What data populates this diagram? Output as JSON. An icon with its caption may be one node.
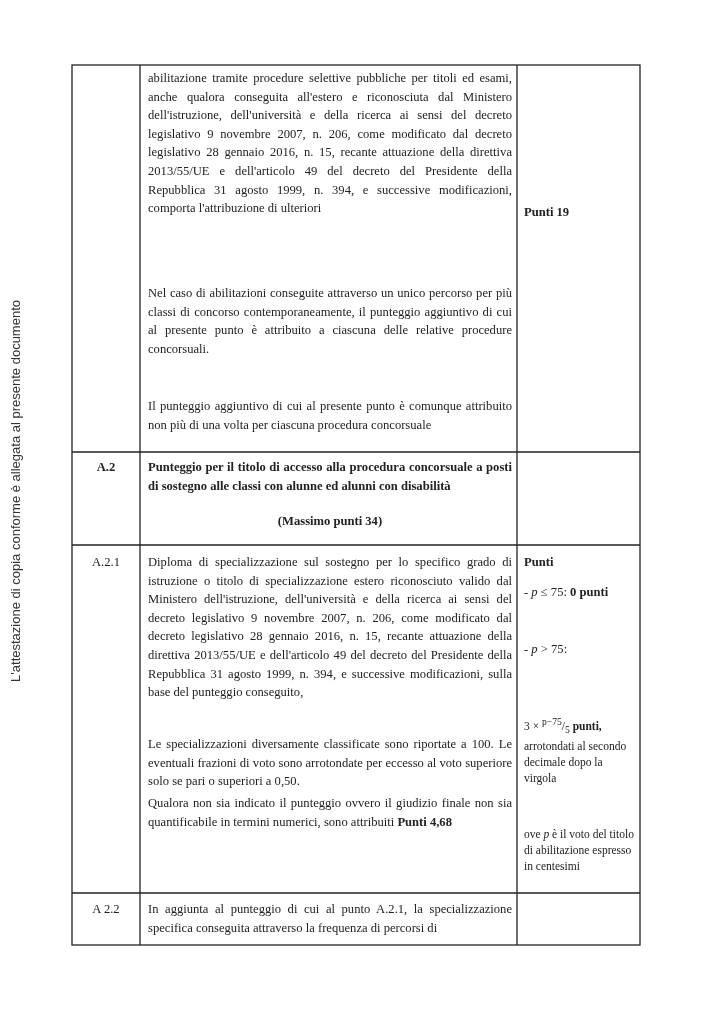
{
  "diagram": {
    "labels": [
      "L'attestazione di copia conforme è allegata al presente documento",
      "abilitazione tramite procedure selettive pubbliche per titoli ed esami, anche qualora conseguita all'estero e riconosciuta dal Ministero dell'istruzione, dell'università e della ricerca ai sensi del decreto legislativo 9 novembre 2007, n. 206, come modificato dal decreto legislativo 28 gennaio 2016, n. 15, recante attuazione della direttiva 2013/55/UE e dell'articolo 49 del decreto del Presidente della Repubblica 31 agosto 1999, n. 394, e successive modificazioni, comporta l'attribuzione di ulteriori",
      "Nel caso di abilitazioni conseguite attraverso un unico percorso per più classi di concorso contemporaneamente, il punteggio aggiuntivo di cui al presente punto è attribuito a ciascuna delle relative procedure concorsuali.",
      "Il punteggio aggiuntivo di cui al presente punto è comunque attribuito non più di una volta per ciascuna procedura concorsuale",
      "Punti 19",
      "A.2",
      "Punteggio per il titolo di accesso alla procedura concorsuale a posti di sostegno alle classi con alunne ed alunni con disabilità",
      "(Massimo punti 34)",
      "A.2.1",
      "Diploma di specializzazione sul sostegno per lo specifico grado di istruzione o titolo di specializzazione estero riconosciuto valido dal Ministero dell'istruzione, dell'università e della ricerca ai sensi del decreto legislativo 9 novembre 2007, n. 206, come modificato dal decreto legislativo 28 gennaio 2016, n. 15, recante attuazione della direttiva 2013/55/UE e dell'articolo 49 del decreto del Presidente della Repubblica 31 agosto 1999, n. 394, e successive modificazioni, sulla base del punteggio conseguito,",
      "Le specializzazioni diversamente classificate sono riportate a 100. Le eventuali frazioni di voto sono arrotondate per eccesso al voto superiore solo se pari o superiori a 0,50.",
      "Qualora non sia indicato il punteggio ovvero il giudizio finale non sia quantificabile in termini numerici, sono attribuiti **Punti 4,68**",
      "Punti",
      "- *p* ≤ 75: **0 punti**",
      "- *p* > 75:",
      "3 × $^{p−75}$/$_{5}$ **punti,** arrotondati al secondo decimale dopo la virgola",
      "ove *p* è il voto del titolo di abilitazione espresso in centesimi",
      "A 2.2",
      "In aggiunta al punteggio di cui al punto A.2.1, la specializzazione specifica conseguita attraverso la frequenza di percorsi di"
    ]
  }
}
